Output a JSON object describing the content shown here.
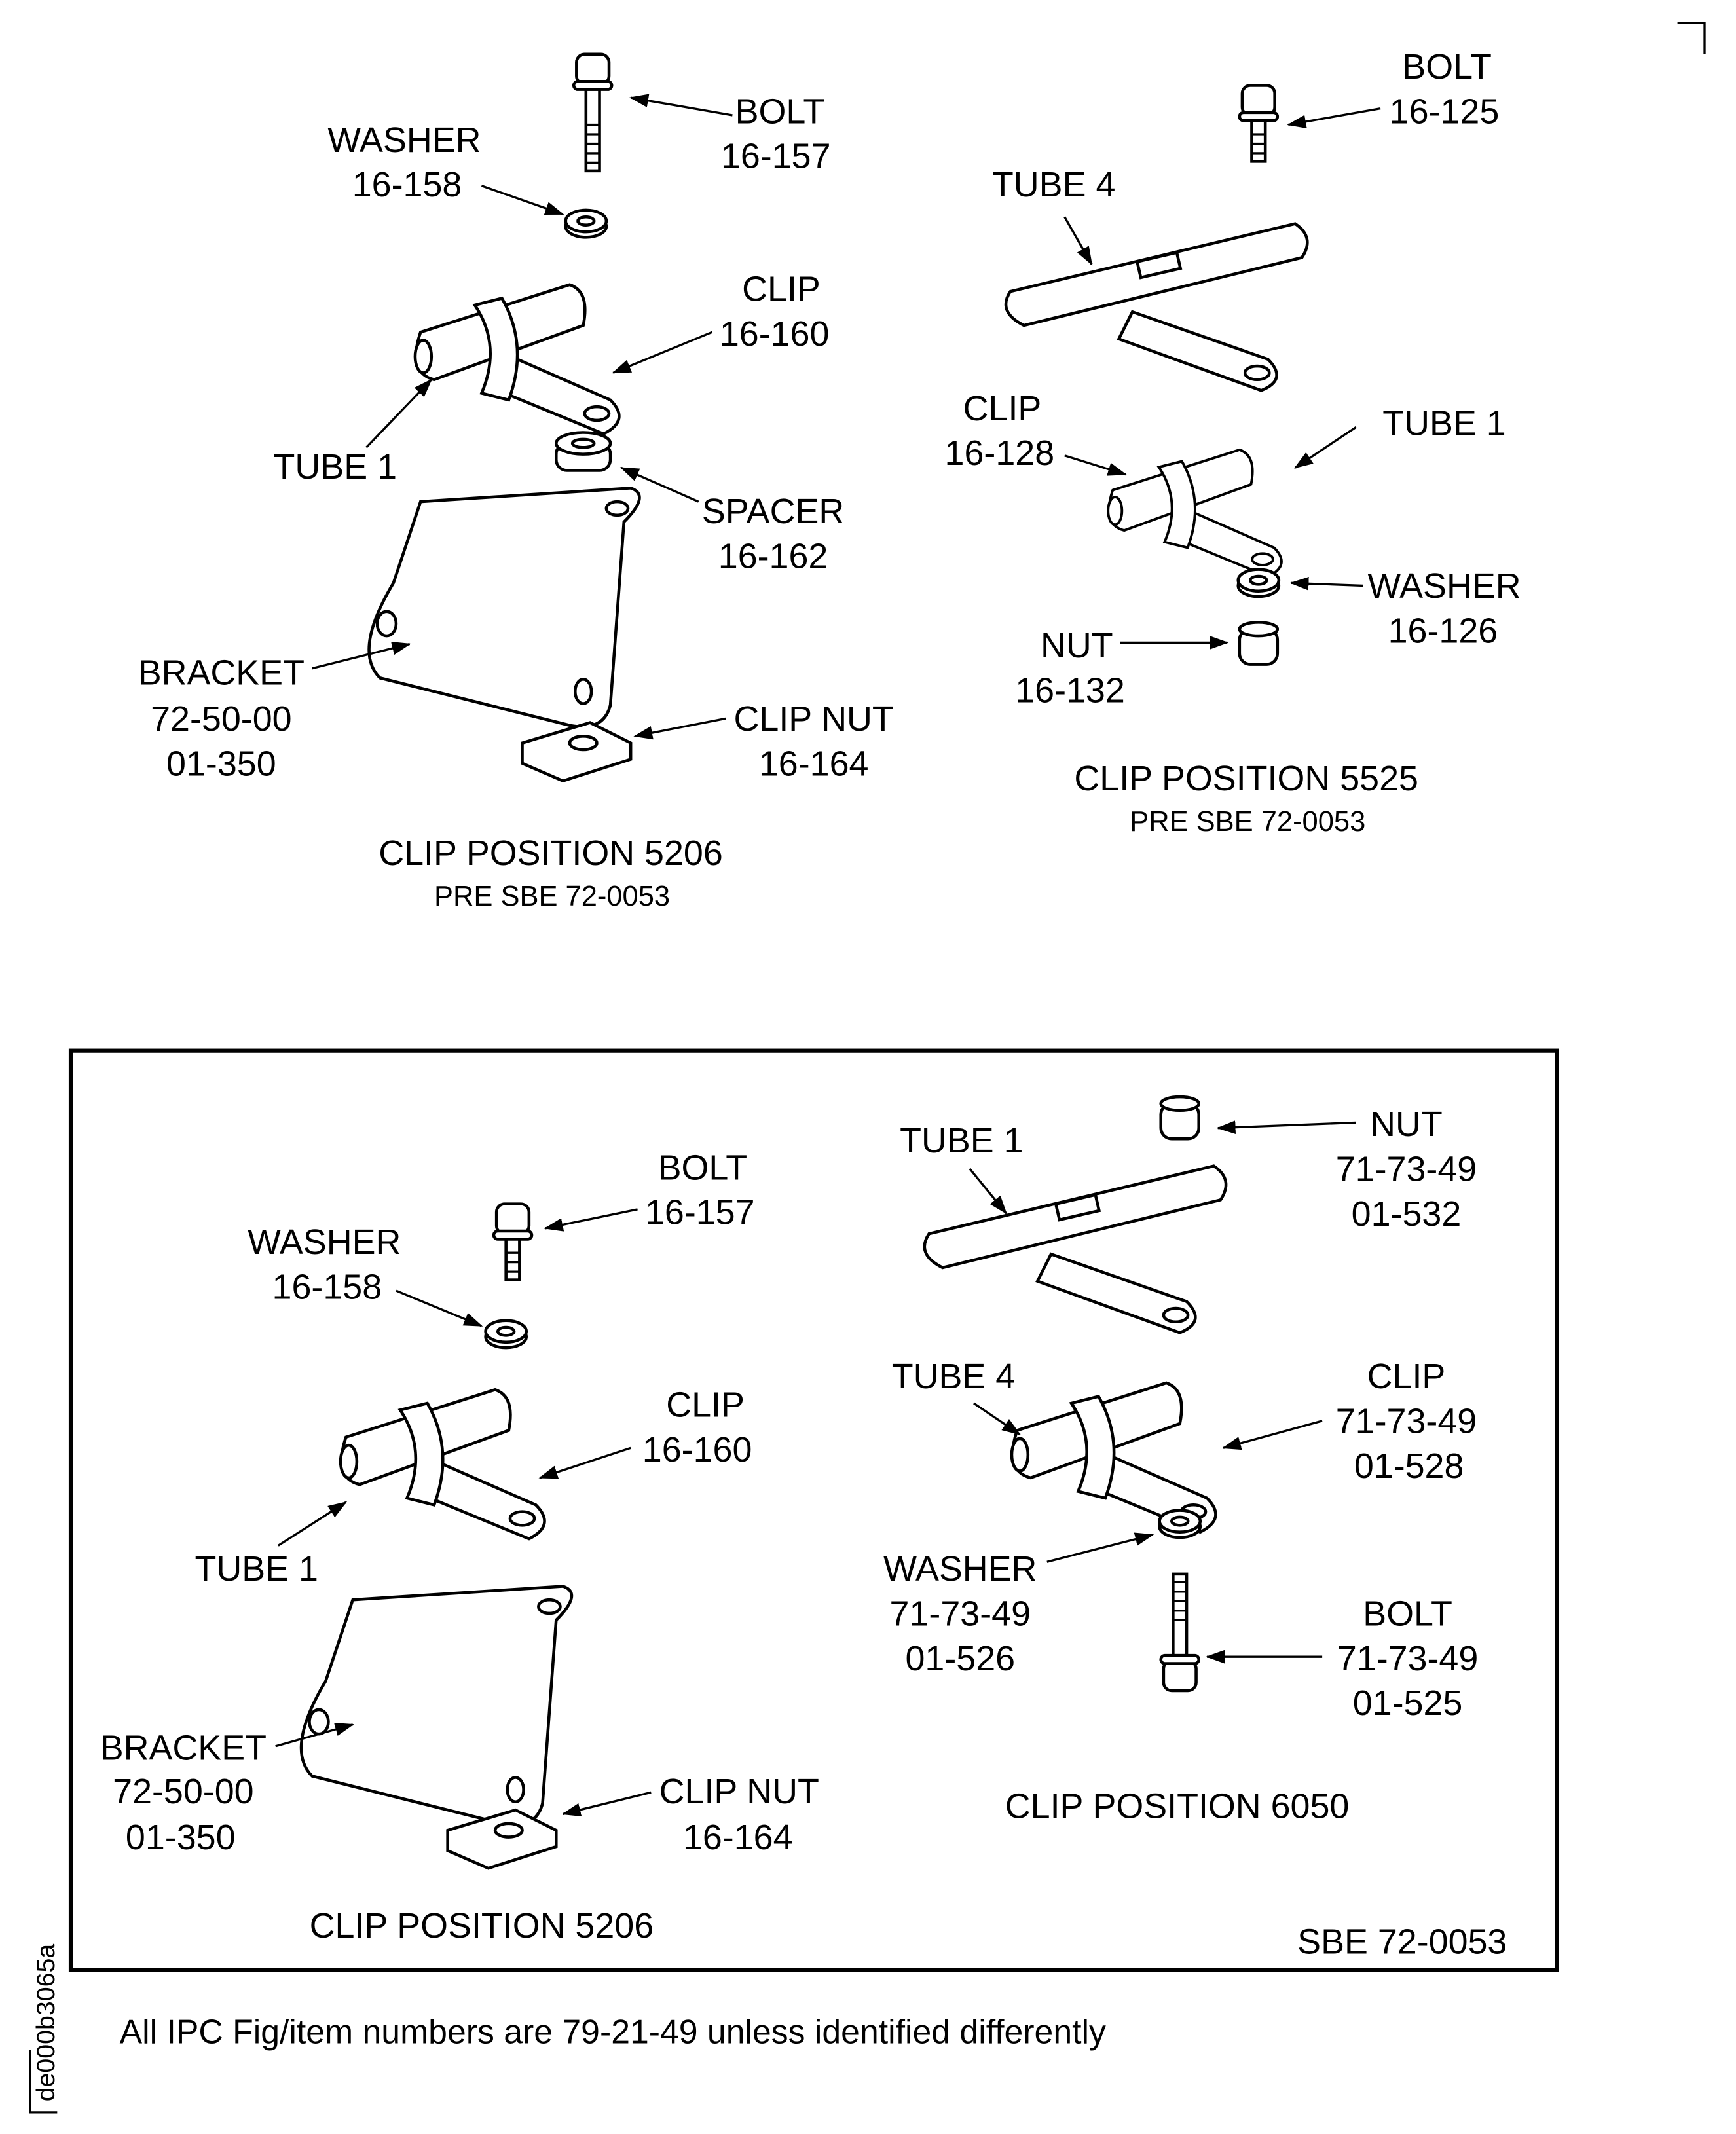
{
  "top_left": {
    "washer": [
      "WASHER",
      "16-158"
    ],
    "bolt": [
      "BOLT",
      "16-157"
    ],
    "clip": [
      "CLIP",
      "16-160"
    ],
    "tube": "TUBE 1",
    "spacer": [
      "SPACER",
      "16-162"
    ],
    "bracket": [
      "BRACKET",
      "72-50-00",
      "01-350"
    ],
    "clip_nut": [
      "CLIP NUT",
      "16-164"
    ],
    "caption": "CLIP POSITION 5206",
    "subcaption": "PRE SBE 72-0053"
  },
  "top_right": {
    "bolt": [
      "BOLT",
      "16-125"
    ],
    "tube4": "TUBE 4",
    "clip": [
      "CLIP",
      "16-128"
    ],
    "tube1": "TUBE 1",
    "washer": [
      "WASHER",
      "16-126"
    ],
    "nut": [
      "NUT",
      "16-132"
    ],
    "caption": "CLIP POSITION 5525",
    "subcaption": "PRE SBE 72-0053"
  },
  "bottom_left": {
    "bolt": [
      "BOLT",
      "16-157"
    ],
    "washer": [
      "WASHER",
      "16-158"
    ],
    "clip": [
      "CLIP",
      "16-160"
    ],
    "tube": "TUBE 1",
    "bracket": [
      "BRACKET",
      "72-50-00",
      "01-350"
    ],
    "clip_nut": [
      "CLIP NUT",
      "16-164"
    ],
    "caption": "CLIP POSITION 5206"
  },
  "bottom_right": {
    "tube1": "TUBE 1",
    "nut": [
      "NUT",
      "71-73-49",
      "01-532"
    ],
    "tube4": "TUBE 4",
    "clip": [
      "CLIP",
      "71-73-49",
      "01-528"
    ],
    "washer": [
      "WASHER",
      "71-73-49",
      "01-526"
    ],
    "bolt": [
      "BOLT",
      "71-73-49",
      "01-525"
    ],
    "caption": "CLIP POSITION 6050"
  },
  "box_label": "SBE 72-0053",
  "footer_note": "All IPC Fig/item numbers are 79-21-49 unless identified differently",
  "figure_id": "de000b3065a"
}
